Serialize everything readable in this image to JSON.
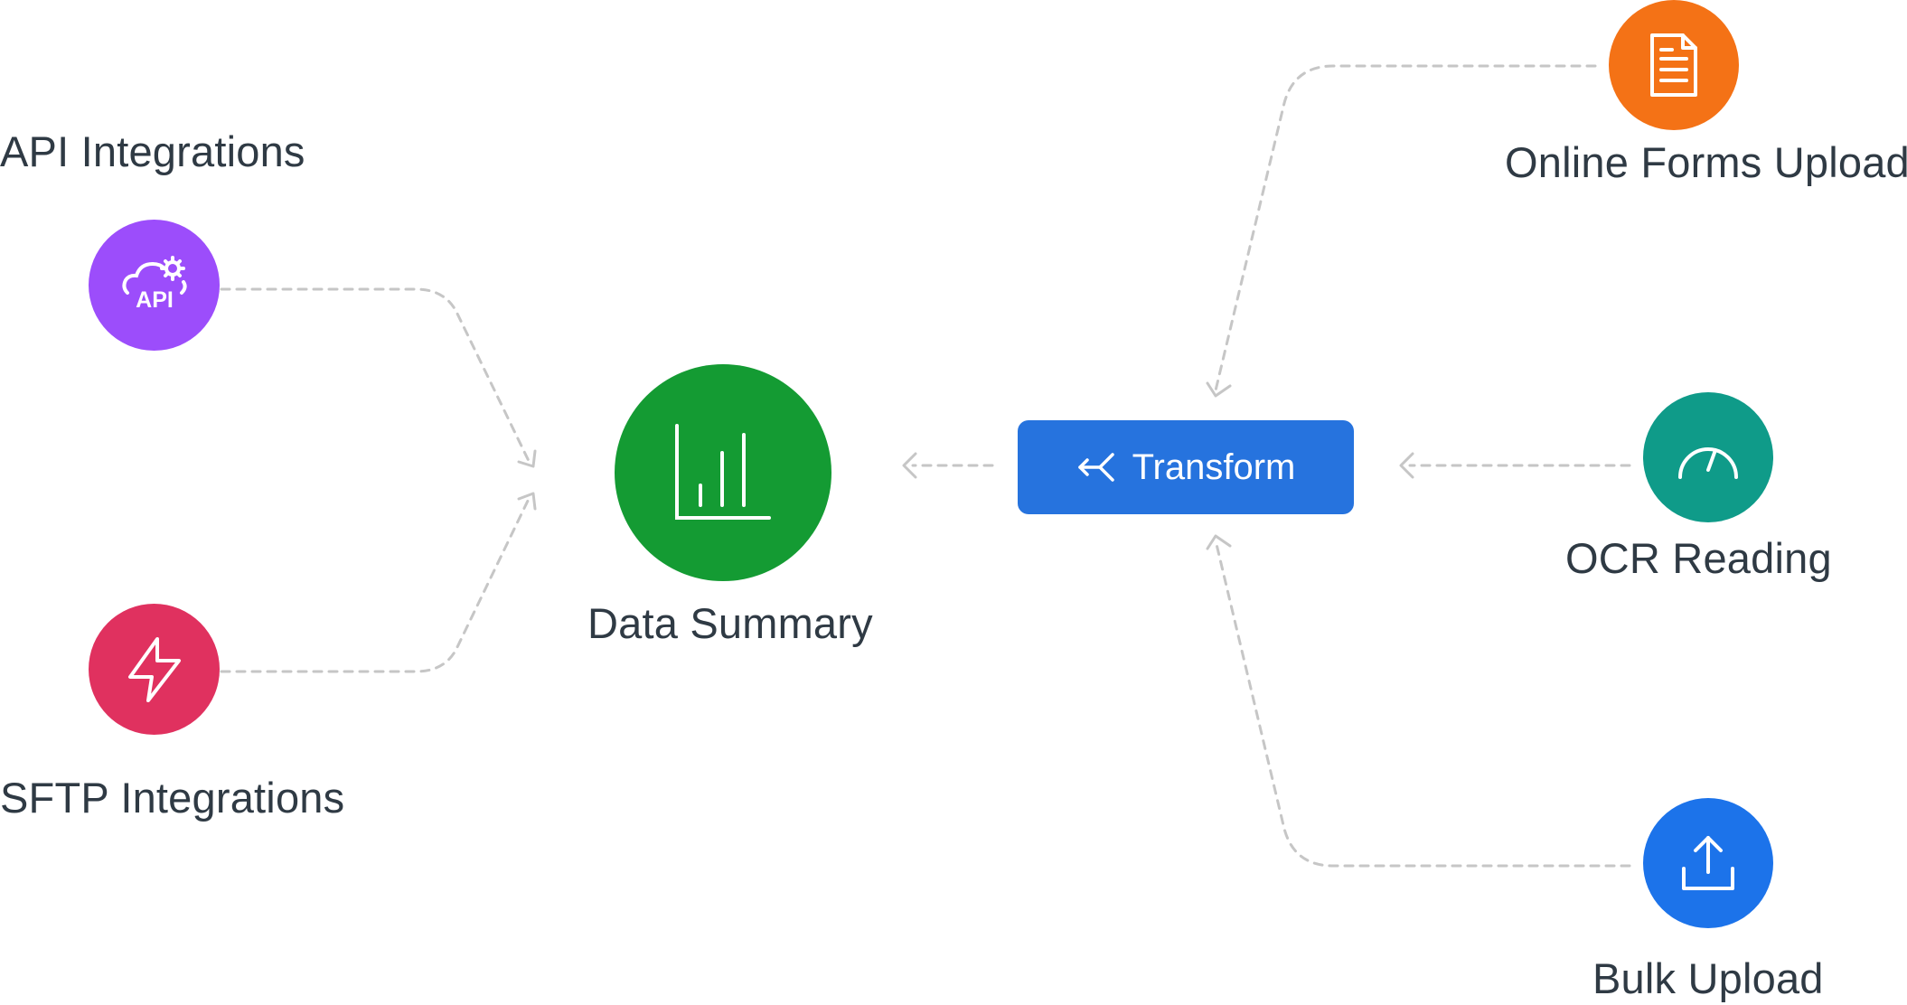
{
  "colors": {
    "api": "#9c4dfb",
    "sftp": "#e0315f",
    "summary": "#149b33",
    "transform": "#2673de",
    "forms": "#f47216",
    "ocr": "#0f9b89",
    "bulk": "#1c73ea",
    "connector": "#c6c6c6",
    "text": "#2f3a44"
  },
  "nodes": {
    "api": {
      "label": "API Integrations",
      "icon": "cloud-api-icon",
      "icon_text": "API"
    },
    "sftp": {
      "label": "SFTP Integrations",
      "icon": "lightning-bolt-icon"
    },
    "summary": {
      "label": "Data Summary",
      "icon": "bar-chart-icon"
    },
    "transform": {
      "label": "Transform",
      "icon": "merge-arrow-icon"
    },
    "forms": {
      "label": "Online Forms Upload",
      "icon": "document-icon"
    },
    "ocr": {
      "label": "OCR Reading",
      "icon": "gauge-icon"
    },
    "bulk": {
      "label": "Bulk Upload",
      "icon": "upload-icon"
    }
  }
}
